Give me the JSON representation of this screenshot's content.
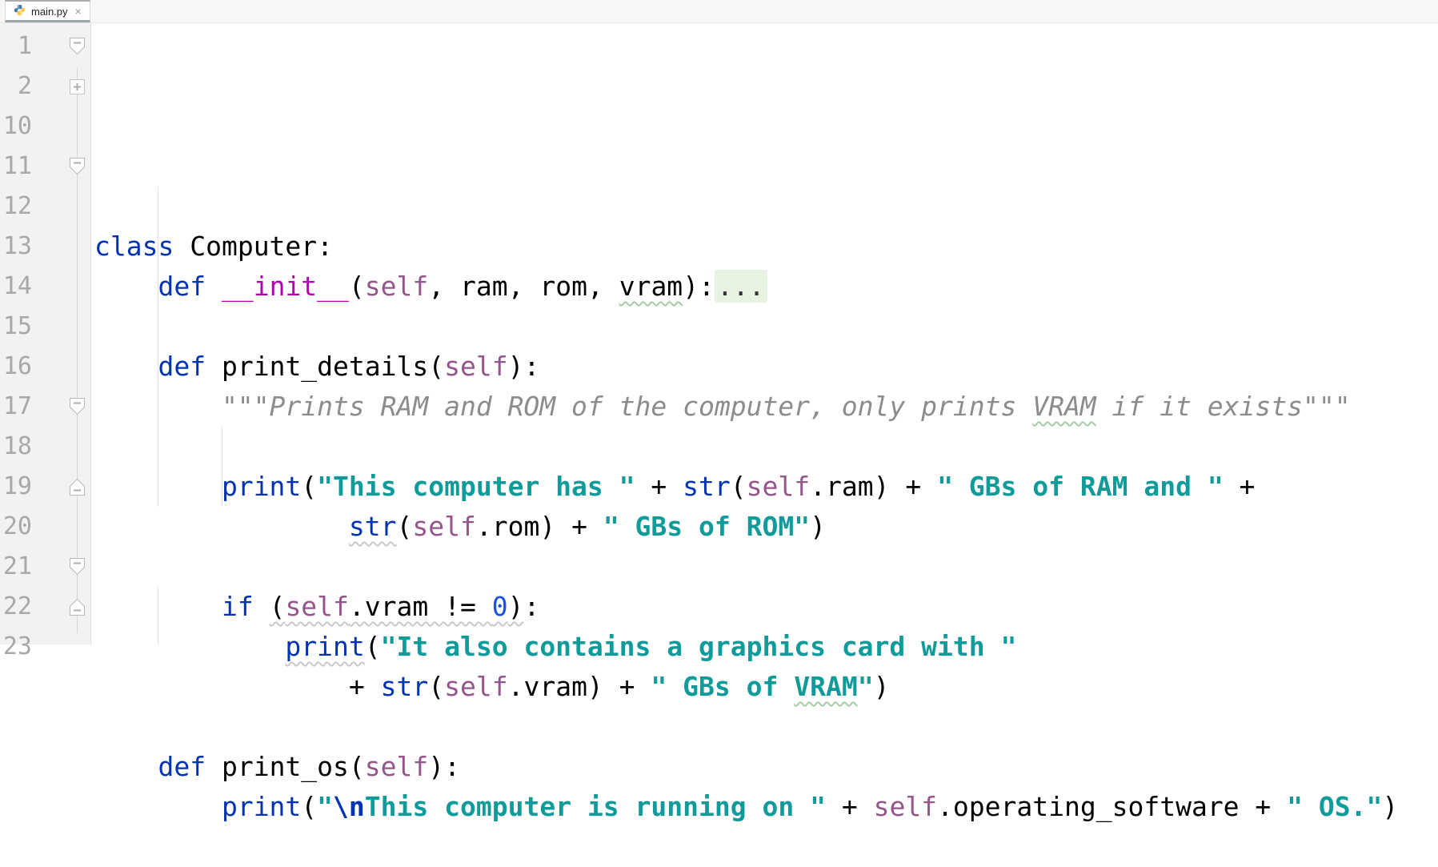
{
  "tab": {
    "title": "main.py",
    "close_glyph": "×",
    "icon": "python-file-icon"
  },
  "colors": {
    "keyword": "#0033b3",
    "string": "#109b9b",
    "self": "#94558d",
    "magic_method": "#b200b2",
    "number": "#1750eb",
    "docstring": "#8c8c8c",
    "line_number": "#a8a8a8",
    "gutter_bg": "#f2f2f2",
    "folded_region_bg": "#e7f2e1",
    "active_tab_underline": "#9aa5b2",
    "error_squiggle": "#a5cca5",
    "weak_warning_squiggle": "#c9c9c9"
  },
  "editor": {
    "lines": [
      {
        "num": "1",
        "fold": "collapse-top",
        "segments": [
          {
            "text": "class ",
            "style": "kw"
          },
          {
            "text": "Computer:",
            "style": "pl"
          }
        ]
      },
      {
        "num": "2",
        "fold": "expand-plus",
        "segments": [
          {
            "text": "    ",
            "style": "pl"
          },
          {
            "text": "def ",
            "style": "kw"
          },
          {
            "text": "__init__",
            "style": "magic"
          },
          {
            "text": "(",
            "style": "pl"
          },
          {
            "text": "self",
            "style": "selfv"
          },
          {
            "text": ", ram, rom, ",
            "style": "pl"
          },
          {
            "text": "vram",
            "style": "pl",
            "underline": "green"
          },
          {
            "text": "):",
            "style": "pl"
          },
          {
            "text": "...",
            "style": "fold"
          }
        ]
      },
      {
        "num": "10",
        "segments": []
      },
      {
        "num": "11",
        "fold": "collapse-top",
        "segments": [
          {
            "text": "    ",
            "style": "pl"
          },
          {
            "text": "def ",
            "style": "kw"
          },
          {
            "text": "print_details(",
            "style": "pl"
          },
          {
            "text": "self",
            "style": "selfv"
          },
          {
            "text": "):",
            "style": "pl"
          }
        ]
      },
      {
        "num": "12",
        "segments": [
          {
            "text": "        \"\"\"Prints RAM and ROM of the computer, only prints ",
            "style": "doc"
          },
          {
            "text": "VRAM",
            "style": "doc",
            "underline": "green"
          },
          {
            "text": " if it exists\"\"\"",
            "style": "doc"
          }
        ]
      },
      {
        "num": "13",
        "segments": []
      },
      {
        "num": "14",
        "segments": [
          {
            "text": "        ",
            "style": "pl"
          },
          {
            "text": "print",
            "style": "kw"
          },
          {
            "text": "(",
            "style": "pl"
          },
          {
            "text": "\"This computer has \"",
            "style": "str"
          },
          {
            "text": " + ",
            "style": "pl"
          },
          {
            "text": "str",
            "style": "kw"
          },
          {
            "text": "(",
            "style": "pl"
          },
          {
            "text": "self",
            "style": "selfv"
          },
          {
            "text": ".ram) + ",
            "style": "pl"
          },
          {
            "text": "\" GBs of RAM and \"",
            "style": "str"
          },
          {
            "text": " +",
            "style": "pl"
          }
        ]
      },
      {
        "num": "15",
        "segments": [
          {
            "text": "                ",
            "style": "pl"
          },
          {
            "text": "str",
            "style": "kw",
            "underline": "gray"
          },
          {
            "text": "(",
            "style": "pl"
          },
          {
            "text": "self",
            "style": "selfv"
          },
          {
            "text": ".rom) + ",
            "style": "pl"
          },
          {
            "text": "\" GBs of ROM\"",
            "style": "str"
          },
          {
            "text": ")",
            "style": "pl"
          }
        ]
      },
      {
        "num": "16",
        "segments": []
      },
      {
        "num": "17",
        "fold": "collapse-top",
        "segments": [
          {
            "text": "        ",
            "style": "pl"
          },
          {
            "text": "if ",
            "style": "kw"
          },
          {
            "text": "(",
            "style": "pl",
            "underline": "gray"
          },
          {
            "text": "self",
            "style": "selfv",
            "underline": "gray"
          },
          {
            "text": ".vram != ",
            "style": "pl",
            "underline": "gray"
          },
          {
            "text": "0",
            "style": "num",
            "underline": "gray"
          },
          {
            "text": ")",
            "style": "pl",
            "underline": "gray"
          },
          {
            "text": ":",
            "style": "pl"
          }
        ]
      },
      {
        "num": "18",
        "segments": [
          {
            "text": "            ",
            "style": "pl"
          },
          {
            "text": "print",
            "style": "kw",
            "underline": "gray"
          },
          {
            "text": "(",
            "style": "pl"
          },
          {
            "text": "\"It also contains a graphics card with \"",
            "style": "str"
          }
        ]
      },
      {
        "num": "19",
        "fold": "collapse-bottom",
        "segments": [
          {
            "text": "                + ",
            "style": "pl"
          },
          {
            "text": "str",
            "style": "kw"
          },
          {
            "text": "(",
            "style": "pl"
          },
          {
            "text": "self",
            "style": "selfv"
          },
          {
            "text": ".vram) + ",
            "style": "pl"
          },
          {
            "text": "\" GBs of ",
            "style": "str"
          },
          {
            "text": "VRAM",
            "style": "str",
            "underline": "green"
          },
          {
            "text": "\"",
            "style": "str"
          },
          {
            "text": ")",
            "style": "pl"
          }
        ]
      },
      {
        "num": "20",
        "segments": []
      },
      {
        "num": "21",
        "fold": "collapse-top",
        "segments": [
          {
            "text": "    ",
            "style": "pl"
          },
          {
            "text": "def ",
            "style": "kw"
          },
          {
            "text": "print_os(",
            "style": "pl"
          },
          {
            "text": "self",
            "style": "selfv"
          },
          {
            "text": "):",
            "style": "pl"
          }
        ]
      },
      {
        "num": "22",
        "fold": "collapse-bottom",
        "segments": [
          {
            "text": "        ",
            "style": "pl"
          },
          {
            "text": "print",
            "style": "kw"
          },
          {
            "text": "(",
            "style": "pl"
          },
          {
            "text": "\"",
            "style": "str"
          },
          {
            "text": "\\n",
            "style": "esc"
          },
          {
            "text": "This computer is running on \"",
            "style": "str"
          },
          {
            "text": " + ",
            "style": "pl"
          },
          {
            "text": "self",
            "style": "selfv"
          },
          {
            "text": ".operating_software + ",
            "style": "pl"
          },
          {
            "text": "\" OS.\"",
            "style": "str"
          },
          {
            "text": ")",
            "style": "pl"
          }
        ]
      },
      {
        "num": "23",
        "segments": []
      }
    ]
  }
}
